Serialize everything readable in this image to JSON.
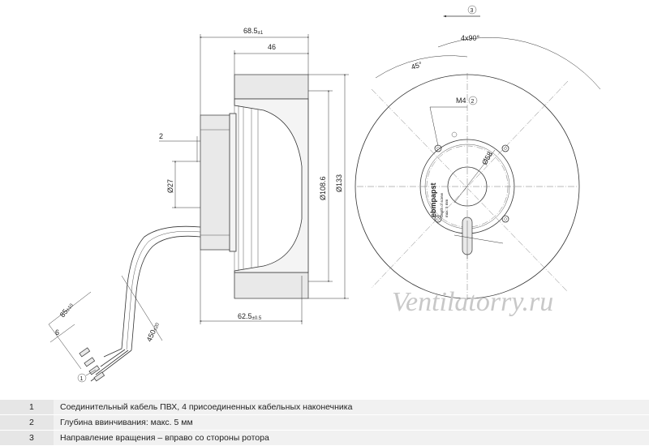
{
  "dimensions": {
    "total_width": "68.5",
    "total_width_tol": "±1",
    "hub_width": "46",
    "body_width": "62.5",
    "body_width_tol": "±0.5",
    "screw_depth": "2",
    "diam_27": "Ø27",
    "diam_108": "Ø108.6",
    "diam_133": "Ø133",
    "diam_58": "Ø58",
    "thread": "M4",
    "thread_note": "2",
    "angle_45": "45°",
    "angle_4x90": "4x90°",
    "rotation_note": "3",
    "cable_strip": "85",
    "cable_strip_tol": "±10",
    "cable_end": "6",
    "cable_length": "450",
    "cable_length_tol": "±20",
    "cable_note": "1"
  },
  "label": {
    "brand": "ebmpapst",
    "line1": "Depth of screw",
    "line2": "max. 5 mm"
  },
  "watermark": "Ventilatorry.ru",
  "notes": [
    {
      "num": "1",
      "text": "Соединительный кабель ПВХ, 4 присоединенных кабельных наконечника"
    },
    {
      "num": "2",
      "text": "Глубина ввинчивания: макс. 5 мм"
    },
    {
      "num": "3",
      "text": "Направление вращения – вправо со стороны ротора"
    }
  ]
}
